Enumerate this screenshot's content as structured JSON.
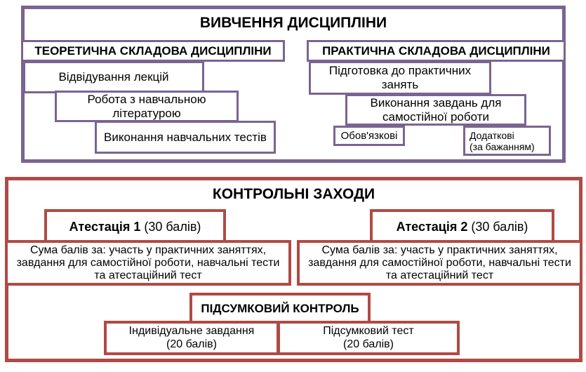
{
  "palette": {
    "purple_border": "#7A6491",
    "red_border": "#B04A45",
    "text": "#000000",
    "background": "#FFFFFF"
  },
  "study": {
    "title": "ВИВЧЕННЯ ДИСЦИПЛІНИ",
    "theoretical": {
      "header": "ТЕОРЕТИЧНА СКЛАДОВА ДИСЦИПЛІНИ",
      "lectures": "Відвідування лекцій",
      "literature": {
        "lines": [
          "Робота з навчальною",
          "літературою"
        ]
      },
      "tests": "Виконання навчальних тестів"
    },
    "practical": {
      "header": "ПРАКТИЧНА СКЛАДОВА ДИСЦИПЛІНИ",
      "preparation": {
        "lines": [
          "Підготовка до практичних",
          "занять"
        ]
      },
      "self_tasks": {
        "lines": [
          "Виконання завдань для",
          "самостійної роботи"
        ]
      },
      "mandatory": "Обов'язкові",
      "optional": {
        "lines": [
          "Додаткові",
          "(за бажанням)"
        ]
      }
    }
  },
  "control": {
    "title": "КОНТРОЛЬНІ ЗАХОДИ",
    "attestation1": {
      "name": "Атестація 1",
      "points": " (30 балів)"
    },
    "attestation2": {
      "name": "Атестація 2",
      "points": " (30 балів)"
    },
    "sum": {
      "lines": [
        "Сума балів за: участь у практичних заняттях,",
        "завдання для самостійної роботи, навчальні тести",
        "та атестаційний тест"
      ]
    },
    "final": {
      "header": "ПІДСУМКОВИЙ КОНТРОЛЬ",
      "individual": {
        "lines": [
          "Індивідуальне завдання",
          "(20 балів)"
        ]
      },
      "test": {
        "lines": [
          "Підсумковий тест",
          "(20 балів)"
        ]
      }
    }
  }
}
